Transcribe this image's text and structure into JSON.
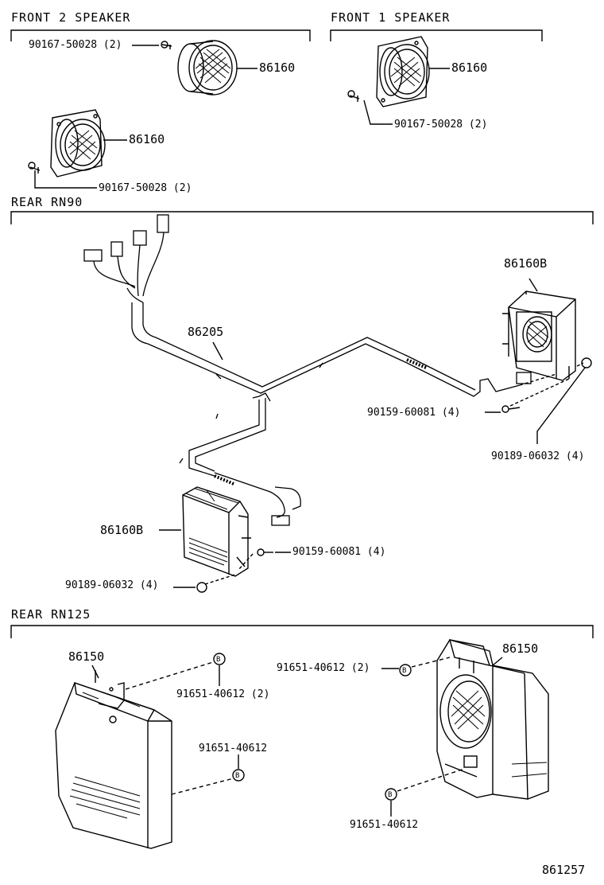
{
  "sections": {
    "front2": "FRONT 2 SPEAKER",
    "front1": "FRONT 1 SPEAKER",
    "rear_rn90": "REAR RN90",
    "rear_rn125": "REAR RN125"
  },
  "labels": {
    "f2_screw": "90167-50028 (2)",
    "f2_speaker_top": "86160",
    "f2_speaker_bottom": "86160",
    "f2_screw_bottom": "90167-50028 (2)",
    "f1_speaker": "86160",
    "f1_screw": "90167-50028 (2)",
    "harness": "86205",
    "rn90_speaker_right": "86160B",
    "rn90_bolt_right": "90159-60081 (4)",
    "rn90_washer_right": "90189-06032 (4)",
    "rn90_speaker_left": "86160B",
    "rn90_bolt_left": "90159-60081 (4)",
    "rn90_washer_left": "90189-06032 (4)",
    "rn125_speaker_left": "86150",
    "rn125_rivet_left_top": "91651-40612 (2)",
    "rn125_rivet_left_bottom": "91651-40612",
    "rn125_rivet_right_top": "91651-40612 (2)",
    "rn125_speaker_right": "86150",
    "rn125_rivet_right_bottom": "91651-40612"
  },
  "rivet_mark": "B",
  "figure_number": "861257"
}
